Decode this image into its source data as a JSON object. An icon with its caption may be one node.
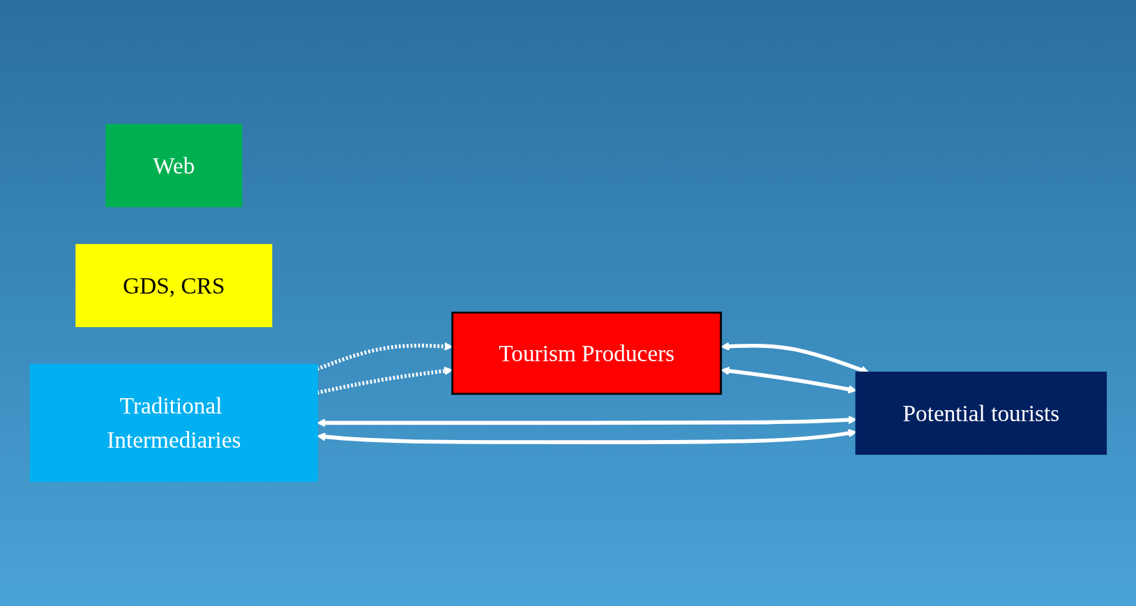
{
  "diagram": {
    "nodes": [
      {
        "text": [
          "Tourism Producers"
        ]
      },
      {
        "text": [
          "Web"
        ]
      },
      {
        "text": [
          "GDS, CRS"
        ]
      },
      {
        "text": [
          "Traditional Intermediaries"
        ]
      },
      {
        "text": [
          "Potential tourists"
        ]
      }
    ],
    "edges": [
      {
        "from": 0,
        "to": 4,
        "arrow": "both"
      },
      {
        "from": 0,
        "to": 4,
        "arrow": "both"
      },
      {
        "from": 3,
        "to": 0,
        "arrow": "to",
        "style": "dashed"
      },
      {
        "from": 3,
        "to": 4,
        "arrow": "both"
      },
      {
        "from": 3,
        "to": 0,
        "arrow": "to",
        "style": "dashed"
      },
      {
        "from": 3,
        "to": 4,
        "arrow": "both"
      }
    ]
  }
}
